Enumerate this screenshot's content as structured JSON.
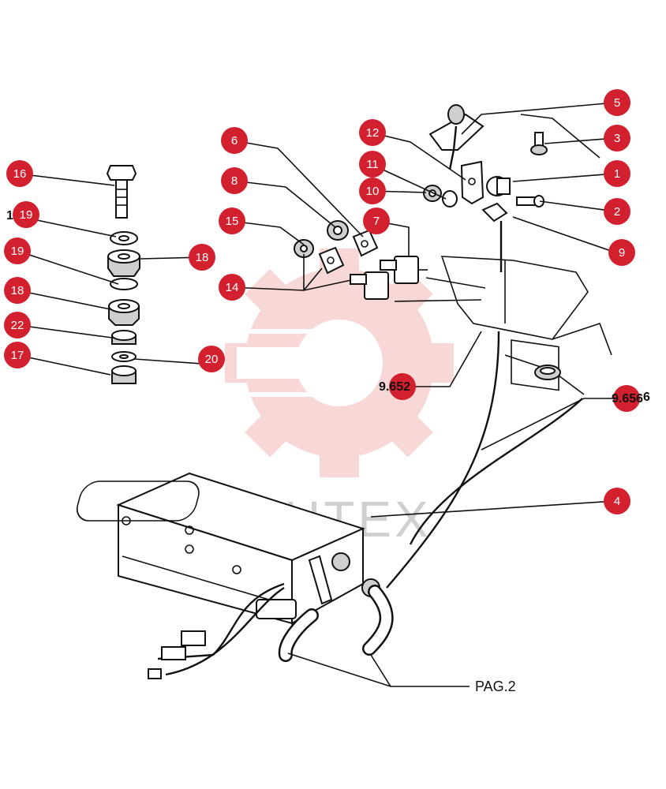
{
  "watermark": {
    "text": "ИНТЕХ",
    "color": "#f3b7b7"
  },
  "badge_color": "#d3202f",
  "callouts": [
    {
      "id": "c1",
      "number": "1"
    },
    {
      "id": "c2",
      "number": "2"
    },
    {
      "id": "c3",
      "number": "3"
    },
    {
      "id": "c4",
      "number": "4"
    },
    {
      "id": "c5",
      "number": "5"
    },
    {
      "id": "c6",
      "number": "6"
    },
    {
      "id": "c7",
      "number": "7"
    },
    {
      "id": "c8",
      "number": "8"
    },
    {
      "id": "c9",
      "number": "9"
    },
    {
      "id": "c10",
      "number": "10"
    },
    {
      "id": "c11",
      "number": "11"
    },
    {
      "id": "c12",
      "number": "12"
    },
    {
      "id": "c14",
      "number": "14"
    },
    {
      "id": "c15",
      "number": "15"
    },
    {
      "id": "c16",
      "number": "16"
    },
    {
      "id": "c17",
      "number": "17"
    },
    {
      "id": "c18a",
      "number": "18"
    },
    {
      "id": "c18b",
      "number": "18"
    },
    {
      "id": "c19a",
      "number": "19"
    },
    {
      "id": "c19b",
      "number": "19"
    },
    {
      "id": "c20",
      "number": "20"
    },
    {
      "id": "c22",
      "number": "22"
    }
  ],
  "references": {
    "ref_9652": "9.652",
    "ref_9656": "9.656",
    "page_ref": "PAG.2",
    "stray_left": "1",
    "stray_right": "6"
  }
}
